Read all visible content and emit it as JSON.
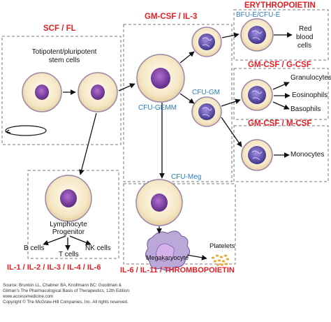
{
  "growth_factors": {
    "scf_fl": "SCF / FL",
    "gm_csf_il3": "GM-CSF / IL-3",
    "erythropoietin": "ERYTHROPOIETIN",
    "gm_csf_g_csf": "GM-CSF / G-CSF",
    "gm_csf_m_csf": "GM-CSF / M-CSF",
    "interleukins": "IL-1 / IL-2 / IL-3 / IL-4 / IL-6",
    "thrombo": "IL-6 / IL-11 / THROMBOPOIETIN"
  },
  "progenitors": {
    "bfu_cfu_e": "BFU-E/CFU-E",
    "cfu_gm": "CFU-GM",
    "cfu_gemm": "CFU-GEMM",
    "cfu_meg": "CFU-Meg"
  },
  "cells": {
    "stem_line1": "Totipotent/pluripotent",
    "stem_line2": "stem cells",
    "red_line1": "Red",
    "red_line2": "blood",
    "red_line3": "cells",
    "granulocytes": "Granulocytes",
    "eosinophils": "Eosinophils",
    "basophils": "Basophils",
    "monocytes": "Monocytes",
    "lymph_line1": "Lymphocyte",
    "lymph_line2": "Progenitor",
    "b_cells": "B cells",
    "t_cells": "T cells",
    "nk_cells": "NK cells",
    "megakaryocyte": "Megakaryocyte",
    "platelets": "Platelets"
  },
  "source": {
    "line1": "Source: Brunton LL, Chabner BA, Knollmann BC: Goodman &",
    "line2": "Gilman's The Pharmacological Basis of Therapeutics, 12th Edition:",
    "line3": "www.accessmedicine.com",
    "line4": "Copyright © The McGraw-Hill Companies, Inc. All rights reserved."
  },
  "colors": {
    "cell_fill": "#f3e6c8",
    "cell_outline": "#8d7a9a",
    "nucleus": "#7b3f9e",
    "progenitor_nucleus": "#5b4fa0",
    "label_red": "#e31e24",
    "label_blue": "#2b7bbd",
    "megakaryocyte": "#b9a8d8",
    "platelets": "#f2a93b"
  }
}
